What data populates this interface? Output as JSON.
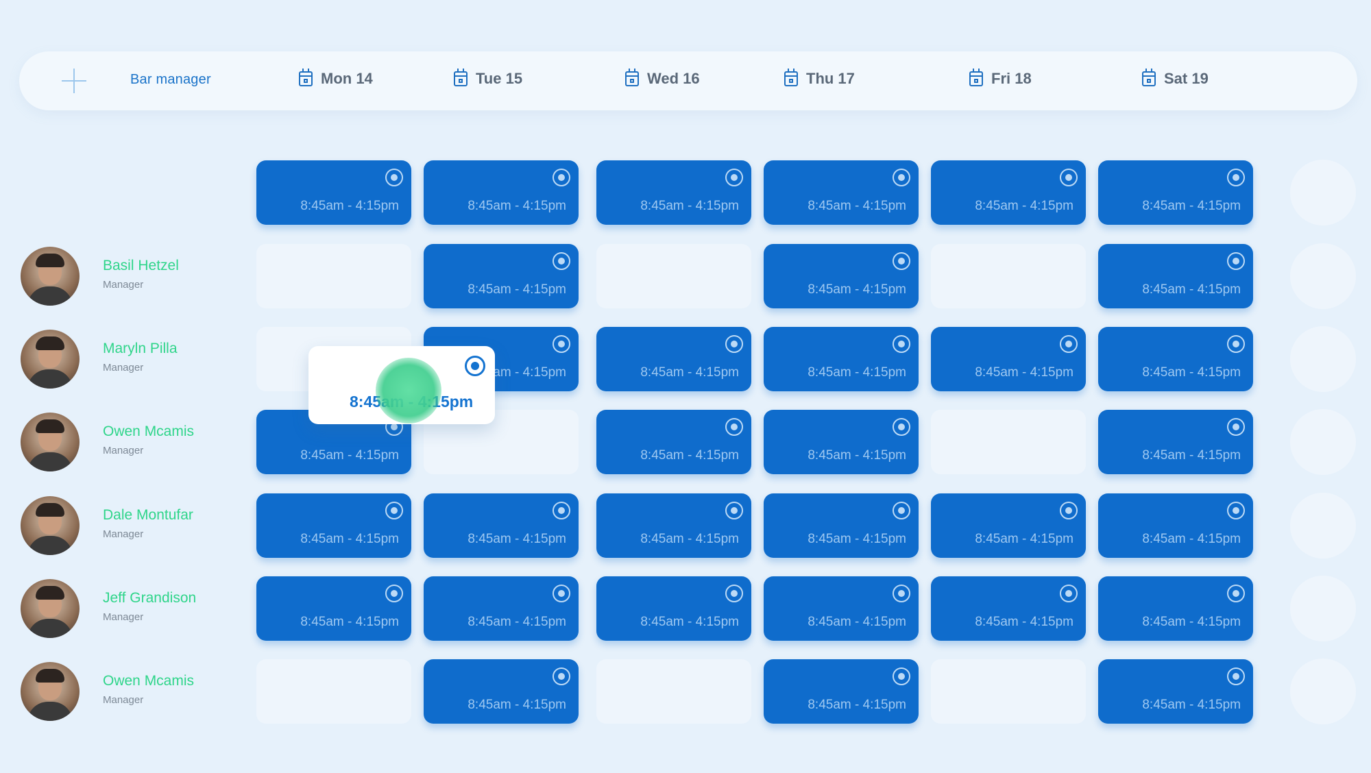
{
  "header": {
    "add_icon": "plus-icon",
    "role": "Bar manager",
    "days": [
      "Mon 14",
      "Tue 15",
      "Wed 16",
      "Thu 17",
      "Fri 18",
      "Sat 19"
    ]
  },
  "shift_time": "8:45am - 4:15pm",
  "open_shifts": [
    true,
    true,
    true,
    true,
    true,
    true
  ],
  "employees": [
    {
      "name": "Basil Hetzel",
      "role": "Manager",
      "shifts": [
        false,
        true,
        false,
        true,
        false,
        true
      ]
    },
    {
      "name": "Maryln Pilla",
      "role": "Manager",
      "shifts": [
        false,
        true,
        true,
        true,
        true,
        true
      ]
    },
    {
      "name": "Owen Mcamis",
      "role": "Manager",
      "shifts": [
        true,
        false,
        true,
        true,
        false,
        true
      ]
    },
    {
      "name": "Dale Montufar",
      "role": "Manager",
      "shifts": [
        true,
        true,
        true,
        true,
        true,
        true
      ]
    },
    {
      "name": "Jeff Grandison",
      "role": "Manager",
      "shifts": [
        true,
        true,
        true,
        true,
        true,
        true
      ]
    },
    {
      "name": "Owen Mcamis",
      "role": "Manager",
      "shifts": [
        false,
        true,
        false,
        true,
        false,
        true
      ]
    }
  ],
  "dragging": {
    "time": "8:45am - 4:15pm"
  },
  "colors": {
    "shift": "#0f6ccc",
    "accent_green": "#2fd58a",
    "background": "#e6f1fb"
  }
}
